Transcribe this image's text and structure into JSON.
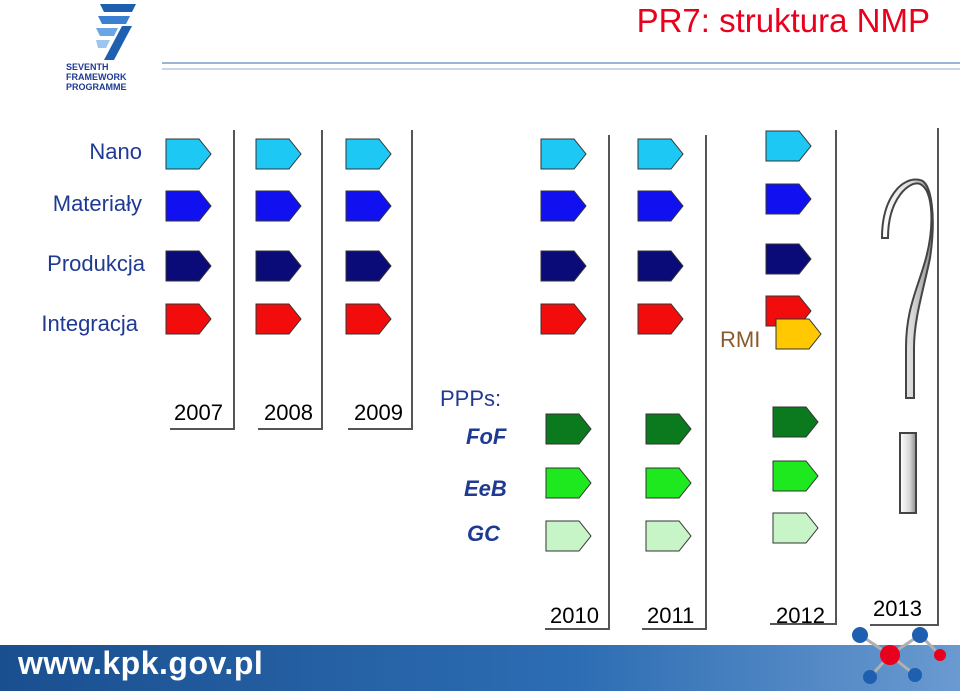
{
  "header": {
    "title": "PR7: struktura NMP",
    "logo_line1": "SEVENTH FRAMEWORK",
    "logo_line2": "PROGRAMME"
  },
  "rows": {
    "nano": "Nano",
    "materialy": "Materiały",
    "produkcja": "Produkcja",
    "integracja": "Integracja"
  },
  "years": {
    "y2007": "2007",
    "y2008": "2008",
    "y2009": "2009",
    "y2010": "2010",
    "y2011": "2011",
    "y2012": "2012",
    "y2013": "2013"
  },
  "ppps": {
    "heading": "PPPs:",
    "fof": "FoF",
    "eeb": "EeB",
    "gc": "GC"
  },
  "rmi": "RMI",
  "footer": {
    "url": "www.kpk.gov.pl"
  },
  "colors": {
    "nano": "#1ec8f5",
    "materialy": "#1010f0",
    "produkcja": "#0a0a78",
    "integracja": "#f20c0c",
    "rmi": "#ffc800",
    "fof": "#0b7a1e",
    "eeb": "#1ee81e",
    "gc": "#c8f5c8"
  }
}
